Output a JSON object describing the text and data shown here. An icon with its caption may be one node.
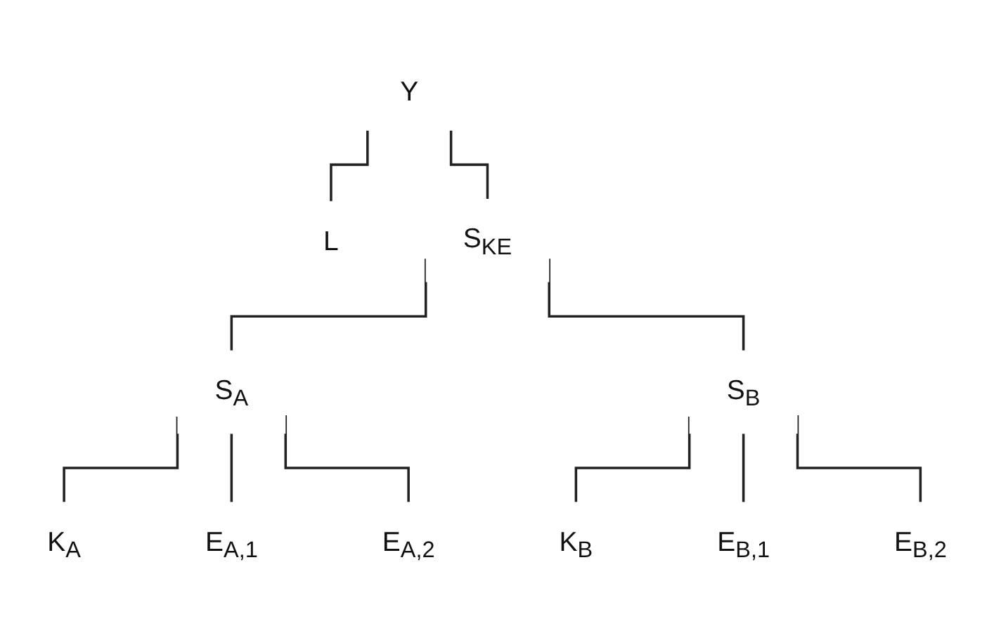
{
  "diagram": {
    "nodes": [
      {
        "text": [
          "Y"
        ]
      },
      {
        "text": [
          "L"
        ]
      },
      {
        "text": [
          "S$_{KE}$"
        ]
      },
      {
        "text": [
          "S$_{A}$"
        ]
      },
      {
        "text": [
          "S$_{B}$"
        ]
      },
      {
        "text": [
          "K$_{A}$"
        ]
      },
      {
        "text": [
          "E$_{A,1}$"
        ]
      },
      {
        "text": [
          "E$_{A,2}$"
        ]
      },
      {
        "text": [
          "K$_{B}$"
        ]
      },
      {
        "text": [
          "E$_{B,1}$"
        ]
      },
      {
        "text": [
          "E$_{B,2}$"
        ]
      }
    ],
    "edges": [
      {
        "from": 0,
        "to": 1,
        "arrow": "none"
      },
      {
        "from": 0,
        "to": 2,
        "arrow": "none"
      },
      {
        "from": 2,
        "to": 3,
        "arrow": "none"
      },
      {
        "from": 2,
        "to": 4,
        "arrow": "none"
      },
      {
        "from": 3,
        "to": 5,
        "arrow": "none"
      },
      {
        "from": 3,
        "to": 6,
        "arrow": "none"
      },
      {
        "from": 3,
        "to": 7,
        "arrow": "none"
      },
      {
        "from": 4,
        "to": 8,
        "arrow": "none"
      },
      {
        "from": 4,
        "to": 9,
        "arrow": "none"
      },
      {
        "from": 4,
        "to": 10,
        "arrow": "none"
      }
    ]
  }
}
